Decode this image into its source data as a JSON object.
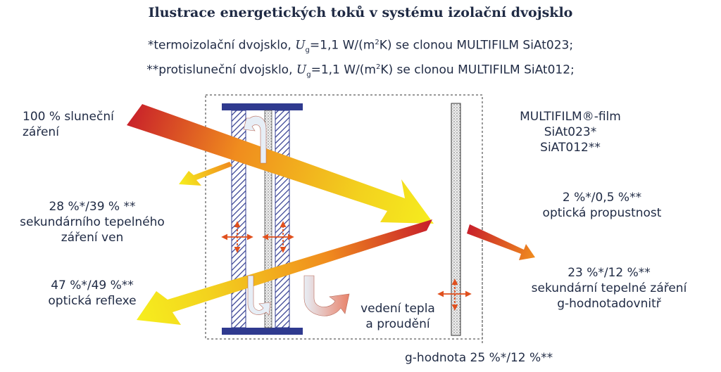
{
  "title": "Ilustrace energetických toků v systému izolační dvojsklo",
  "subtitle_1": {
    "prefix": "*termoizolační dvojsklo, ",
    "u_symbol": "U",
    "u_sub": "g",
    "mid": "=1,1 W/(m",
    "sup": "2",
    "suffix": "K) se clonou MULTIFILM SiAt023;"
  },
  "subtitle_2": {
    "prefix": "**protisluneční dvojsklo, ",
    "u_symbol": "U",
    "u_sub": "g",
    "mid": "=1,1 W/(m",
    "sup": "2",
    "suffix": "K) se clonou MULTIFILM SiAt012;"
  },
  "labels": {
    "solar_l1": "100 % sluneční",
    "solar_l2": "záření",
    "secondary_out_l1": "28 %*/39 % **",
    "secondary_out_l2": "sekundárního tepelného",
    "secondary_out_l3": "záření ven",
    "reflex_l1": "47 %*/49 %**",
    "reflex_l2": "optická reflexe",
    "film_l1": "MULTIFILM®-film",
    "film_l2": "SiAt023*",
    "film_l3": "SiAT012**",
    "trans_l1": "2 %*/0,5 %**",
    "trans_l2": "optická propustnost",
    "secondary_in_l1": "23 %*/12 %**",
    "secondary_in_l2": "sekundární tepelné záření",
    "secondary_in_l3": "g-hodnotadovnitř",
    "conduction_l1": "vedení tepla",
    "conduction_l2": "a proudění",
    "g_value": "g-hodnota 25 %*/12 %**"
  },
  "colors": {
    "text": "#1f2a44",
    "glass_frame": "#2f3a8f",
    "arrow_hot": "#c8202a",
    "arrow_warm": "#f08c1e",
    "arrow_cool": "#f6ee1e",
    "small_arrow": "#e0501e",
    "convection_warm": "#e8826a",
    "convection_cool": "#e7eef6"
  }
}
